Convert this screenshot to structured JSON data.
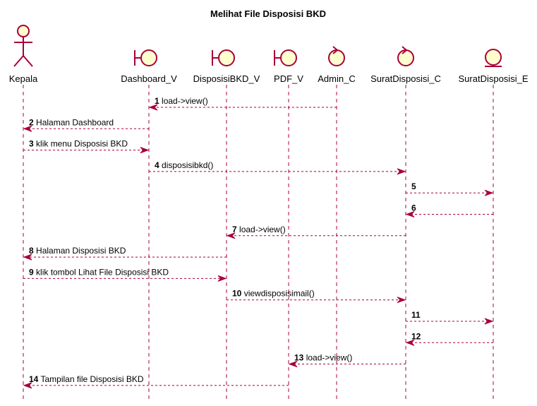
{
  "title": "Melihat File Disposisi BKD",
  "colors": {
    "line": "#A80036",
    "shape_fill": "#FEFECE",
    "lifeline": "#A80036",
    "text": "#000000"
  },
  "participants": [
    {
      "id": "kepala",
      "name": "Kepala",
      "kind": "actor"
    },
    {
      "id": "dashboard_v",
      "name": "Dashboard_V",
      "kind": "boundary"
    },
    {
      "id": "disposisibkd_v",
      "name": "DisposisiBKD_V",
      "kind": "boundary"
    },
    {
      "id": "pdf_v",
      "name": "PDF_V",
      "kind": "boundary"
    },
    {
      "id": "admin_c",
      "name": "Admin_C",
      "kind": "control"
    },
    {
      "id": "suratdisposisi_c",
      "name": "SuratDisposisi_C",
      "kind": "control"
    },
    {
      "id": "suratdisposisi_e",
      "name": "SuratDisposisi_E",
      "kind": "entity"
    }
  ],
  "messages": [
    {
      "num": "1",
      "label": "load->view()",
      "from": "admin_c",
      "to": "dashboard_v"
    },
    {
      "num": "2",
      "label": "Halaman Dashboard",
      "from": "dashboard_v",
      "to": "kepala"
    },
    {
      "num": "3",
      "label": "klik menu Disposisi BKD",
      "from": "kepala",
      "to": "dashboard_v"
    },
    {
      "num": "4",
      "label": "disposisibkd()",
      "from": "dashboard_v",
      "to": "suratdisposisi_c"
    },
    {
      "num": "5",
      "label": "",
      "from": "suratdisposisi_c",
      "to": "suratdisposisi_e"
    },
    {
      "num": "6",
      "label": "",
      "from": "suratdisposisi_e",
      "to": "suratdisposisi_c"
    },
    {
      "num": "7",
      "label": "load->view()",
      "from": "suratdisposisi_c",
      "to": "disposisibkd_v"
    },
    {
      "num": "8",
      "label": "Halaman Disposisi BKD",
      "from": "disposisibkd_v",
      "to": "kepala"
    },
    {
      "num": "9",
      "label": "klik tombol Lihat File Disposisi BKD",
      "from": "kepala",
      "to": "disposisibkd_v"
    },
    {
      "num": "10",
      "label": "viewdisposisimail()",
      "from": "disposisibkd_v",
      "to": "suratdisposisi_c"
    },
    {
      "num": "11",
      "label": "",
      "from": "suratdisposisi_c",
      "to": "suratdisposisi_e"
    },
    {
      "num": "12",
      "label": "",
      "from": "suratdisposisi_e",
      "to": "suratdisposisi_c"
    },
    {
      "num": "13",
      "label": "load->view()",
      "from": "suratdisposisi_c",
      "to": "pdf_v"
    },
    {
      "num": "14",
      "label": "Tampilan file Disposisi BKD",
      "from": "pdf_v",
      "to": "kepala"
    }
  ]
}
